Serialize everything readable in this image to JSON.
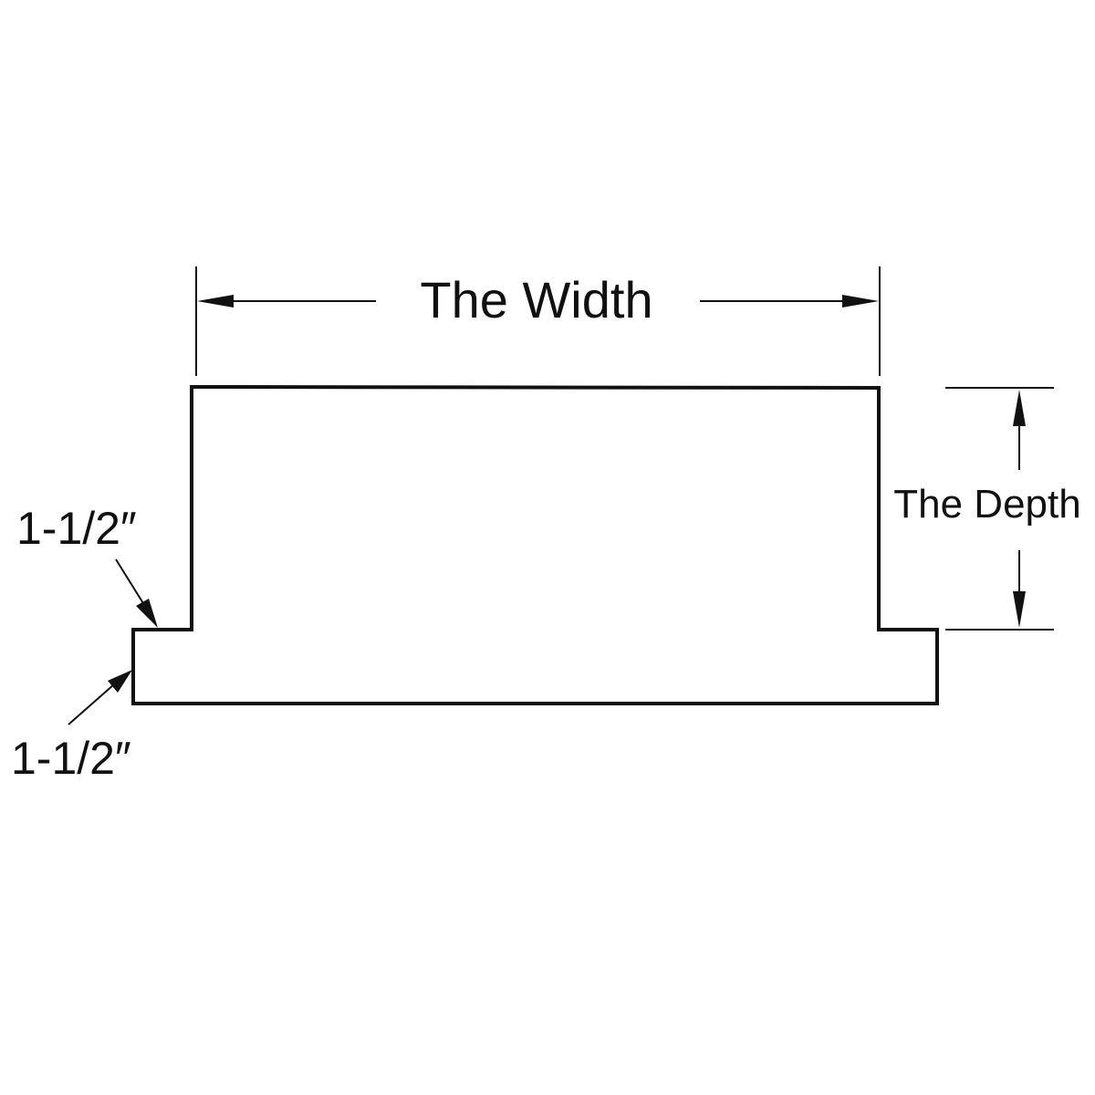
{
  "labels": {
    "width": "The Width",
    "depth": "The Depth",
    "step_top": "1-1/2″",
    "step_bottom": "1-1/2″"
  },
  "colors": {
    "line": "#111111",
    "background": "#ffffff"
  }
}
